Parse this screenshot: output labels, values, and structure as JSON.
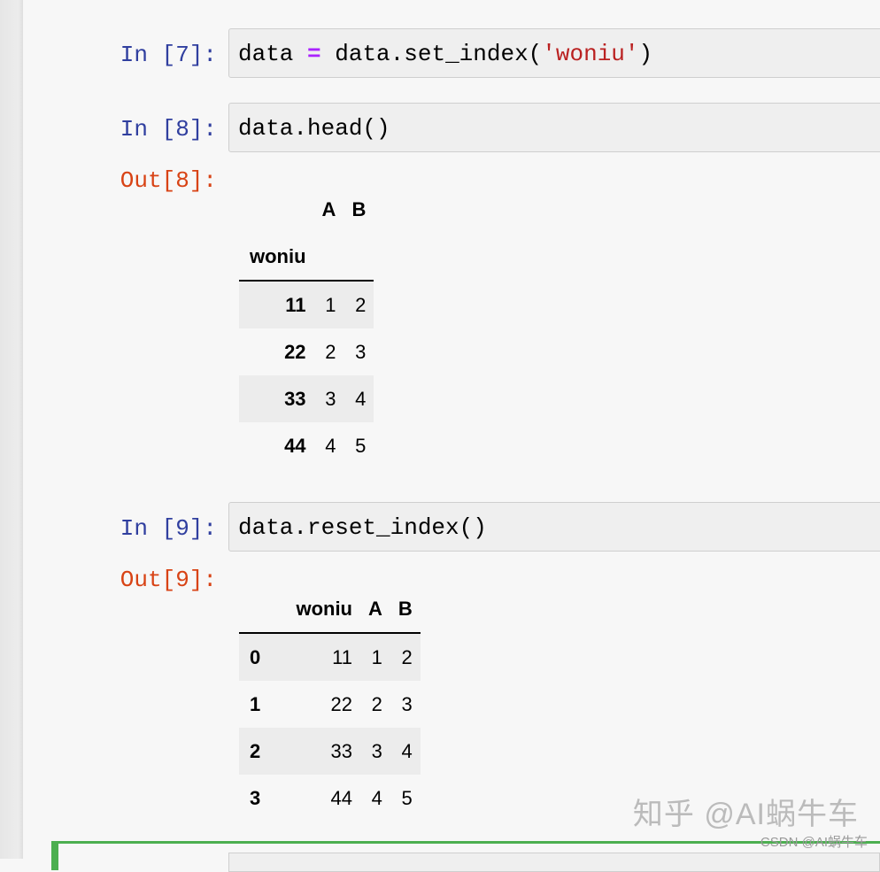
{
  "cells": [
    {
      "prompt": "In [7]:",
      "code": {
        "var": "data",
        "op": "=",
        "call": "data.set_index(",
        "arg": "'woniu'",
        "close": ")"
      }
    },
    {
      "prompt": "In [8]:",
      "code": "data.head()",
      "out_prompt": "Out[8]:",
      "table": {
        "columns": [
          "A",
          "B"
        ],
        "index_name": "woniu",
        "rows": [
          {
            "index": "11",
            "A": "1",
            "B": "2"
          },
          {
            "index": "22",
            "A": "2",
            "B": "3"
          },
          {
            "index": "33",
            "A": "3",
            "B": "4"
          },
          {
            "index": "44",
            "A": "4",
            "B": "5"
          }
        ]
      }
    },
    {
      "prompt": "In [9]:",
      "code": "data.reset_index()",
      "out_prompt": "Out[9]:",
      "table": {
        "columns": [
          "woniu",
          "A",
          "B"
        ],
        "rows": [
          {
            "index": "0",
            "woniu": "11",
            "A": "1",
            "B": "2"
          },
          {
            "index": "1",
            "woniu": "22",
            "A": "2",
            "B": "3"
          },
          {
            "index": "2",
            "woniu": "33",
            "A": "3",
            "B": "4"
          },
          {
            "index": "3",
            "woniu": "44",
            "A": "4",
            "B": "5"
          }
        ]
      }
    }
  ],
  "watermark": "知乎 @AI蜗牛车",
  "watermark_small": "CSDN @AI蜗牛车",
  "colors": {
    "in_prompt": "#303f9f",
    "out_prompt": "#d84315",
    "selected_cell": "#4caf50",
    "keyword": "#aa22ff",
    "string": "#ba2121"
  }
}
